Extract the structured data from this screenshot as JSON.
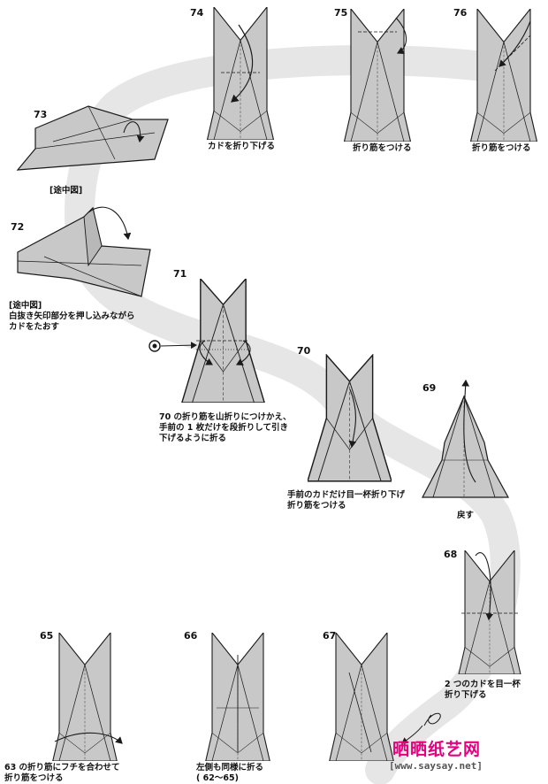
{
  "steps": {
    "s74": {
      "num": "74",
      "caption": "カドを折り下げる"
    },
    "s75": {
      "num": "75",
      "caption": "折り筋をつける"
    },
    "s76": {
      "num": "76",
      "caption": "折り筋をつける"
    },
    "s73": {
      "num": "73",
      "caption": "[途中図]"
    },
    "s72": {
      "num": "72",
      "caption1": "[途中図]",
      "caption2": "白抜き矢印部分を押し込みながら",
      "caption3": "カドをたおす"
    },
    "s71": {
      "num": "71",
      "caption1": "70 の折り筋を山折りにつけかえ、",
      "caption2": "手前の 1 枚だけを段折りして引き",
      "caption3": "下げるように折る"
    },
    "s70": {
      "num": "70",
      "caption1": "手前のカドだけ目一杯折り下げ",
      "caption2": "折り筋をつける"
    },
    "s69": {
      "num": "69",
      "caption": "戻す"
    },
    "s68": {
      "num": "68",
      "caption1": "2 つのカドを目一杯",
      "caption2": "折り下げる"
    },
    "s65": {
      "num": "65",
      "caption1": "63 の折り筋にフチを合わせて",
      "caption2": "折り筋をつける"
    },
    "s66": {
      "num": "66",
      "caption1": "左側も同様に折る",
      "caption2": "( 62～65)"
    },
    "s67": {
      "num": "67"
    }
  },
  "watermark": {
    "title": "晒晒纸艺网",
    "url": "[www.saysay.net]"
  },
  "colors": {
    "paper": "#c8c8c8",
    "line": "#1a1a1a",
    "path": "#e6e6e6",
    "brand": "#e4007f"
  }
}
